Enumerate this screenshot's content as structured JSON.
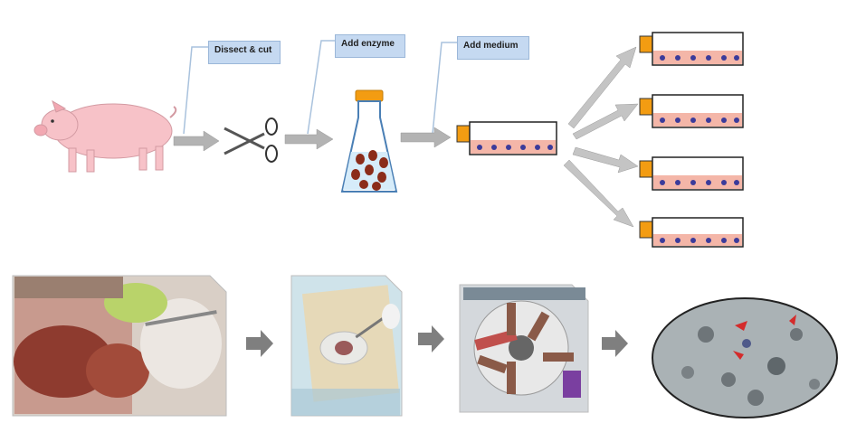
{
  "steps": {
    "dissect": "Dissect & cut",
    "enzyme": "Add enzyme",
    "medium": "Add medium"
  },
  "colors": {
    "pig": "#f7c2c8",
    "label_fill": "#c5d9f1",
    "arrow": "#b3b3b3",
    "medium": "#f4b6a8",
    "cell": "#3b3b9a",
    "cap": "#f39c12",
    "tissue": "#8b2c1a"
  },
  "icons": [
    "pig-illustration",
    "scissors-icon",
    "flask-icon",
    "culture-flask-icon",
    "arrow-icon"
  ],
  "photos": [
    "dissection-photo",
    "tissue-mincing-photo",
    "tube-rotator-photo",
    "microscope-cells-photo"
  ],
  "flask_count_after_split": 4
}
